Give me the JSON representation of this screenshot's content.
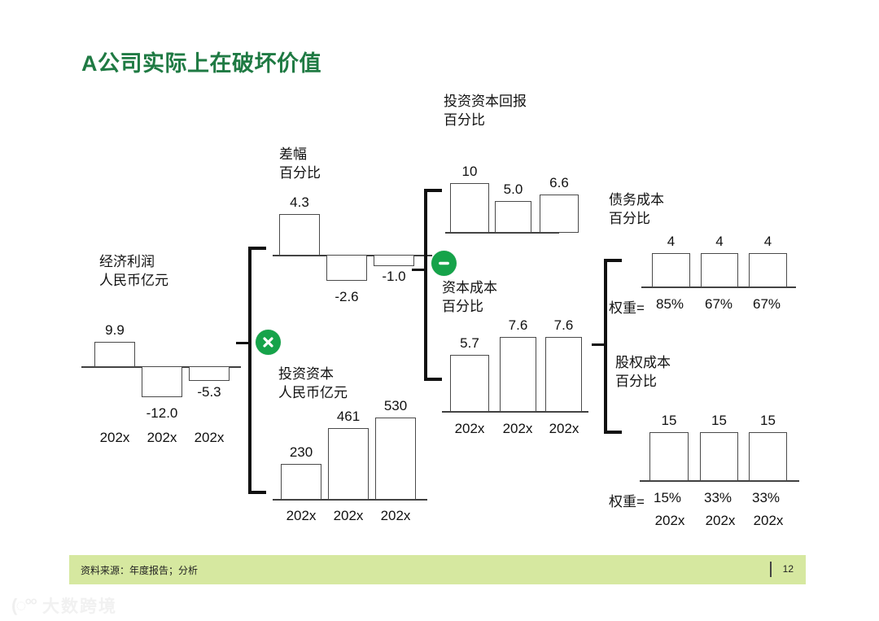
{
  "title": "A公司实际上在破坏价值",
  "footer": {
    "source": "资料来源：年度报告；分析",
    "page": "12"
  },
  "watermark": {
    "text": "大数跨境"
  },
  "operators": {
    "multiply": "multiply-icon",
    "minus": "minus-icon"
  },
  "colors": {
    "title_green": "#1f7a43",
    "operator_green": "#16a34a",
    "footer_band": "#d6e8a0",
    "bar_stroke": "#9a9a9a",
    "axis": "#3f3f3f"
  },
  "chart_data": [
    {
      "id": "economic-profit",
      "type": "bar",
      "title": "经济利润\n人民币亿元",
      "categories": [
        "202x",
        "202x",
        "202x"
      ],
      "values": [
        9.9,
        -12.0,
        -5.3
      ],
      "labels": [
        "9.9",
        "-12.0",
        "-5.3"
      ],
      "baseline": 0,
      "grid": false
    },
    {
      "id": "spread",
      "type": "bar",
      "title": "差幅\n百分比",
      "categories": [
        "",
        "",
        ""
      ],
      "values": [
        4.3,
        -2.6,
        -1.0
      ],
      "labels": [
        "4.3",
        "-2.6",
        "-1.0"
      ],
      "baseline": 0,
      "grid": false
    },
    {
      "id": "invested-capital",
      "type": "bar",
      "title": "投资资本\n人民币亿元",
      "categories": [
        "202x",
        "202x",
        "202x"
      ],
      "values": [
        230,
        461,
        530
      ],
      "labels": [
        "230",
        "461",
        "530"
      ],
      "baseline": 0,
      "grid": false
    },
    {
      "id": "roic",
      "type": "bar",
      "title": "投资资本回报\n百分比",
      "categories": [
        "",
        "",
        ""
      ],
      "values": [
        10,
        5.0,
        6.6
      ],
      "labels": [
        "10",
        "5.0",
        "6.6"
      ],
      "baseline": 0,
      "grid": false
    },
    {
      "id": "cost-of-capital",
      "type": "bar",
      "title": "资本成本\n百分比",
      "categories": [
        "202x",
        "202x",
        "202x"
      ],
      "values": [
        5.7,
        7.6,
        7.6
      ],
      "labels": [
        "5.7",
        "7.6",
        "7.6"
      ],
      "baseline": 0,
      "grid": false
    },
    {
      "id": "cost-of-debt",
      "type": "bar",
      "title": "债务成本\n百分比",
      "categories": [
        "",
        "",
        ""
      ],
      "values": [
        4,
        4,
        4
      ],
      "labels": [
        "4",
        "4",
        "4"
      ],
      "weights_prefix": "权重=",
      "weights": [
        "85%",
        "67%",
        "67%"
      ],
      "baseline": 0,
      "grid": false
    },
    {
      "id": "cost-of-equity",
      "type": "bar",
      "title": "股权成本\n百分比",
      "categories": [
        "202x",
        "202x",
        "202x"
      ],
      "values": [
        15,
        15,
        15
      ],
      "labels": [
        "15",
        "15",
        "15"
      ],
      "weights_prefix": "权重=",
      "weights": [
        "15%",
        "33%",
        "33%"
      ],
      "baseline": 0,
      "grid": false
    }
  ]
}
